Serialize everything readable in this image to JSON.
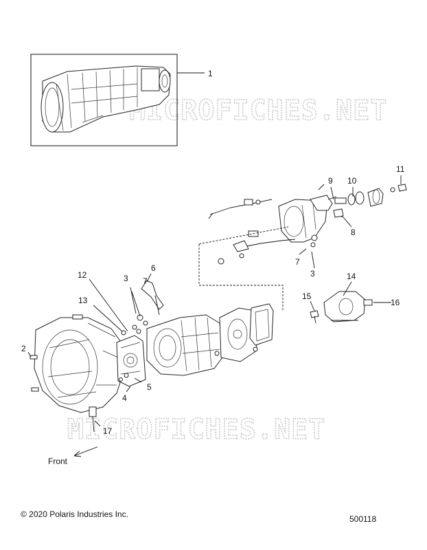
{
  "callouts": {
    "c1": "1",
    "c2": "2",
    "c3a": "3",
    "c3b": "3",
    "c4": "4",
    "c5": "5",
    "c6": "6",
    "c7a": "7",
    "c7b": "7",
    "c8": "8",
    "c9": "9",
    "c10": "10",
    "c11": "11",
    "c12": "12",
    "c13": "13",
    "c14": "14",
    "c15": "15",
    "c16": "16",
    "c17": "17"
  },
  "front_label": "Front",
  "watermark": "MICROFICHES.NET",
  "footer": {
    "copyright": "© 2020 Polaris Industries Inc.",
    "figure_number": "500118"
  }
}
